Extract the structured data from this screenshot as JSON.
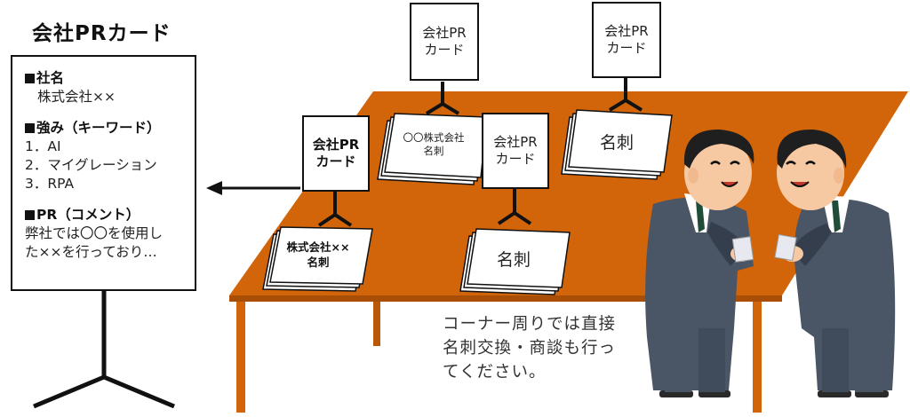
{
  "title": "会社PRカード",
  "pr_card": {
    "company_heading": "社名",
    "company_value": "株式会社××",
    "strengths_heading": "強み（キーワード）",
    "strengths": [
      "1．AI",
      "2．マイグレーション",
      "3．RPA"
    ],
    "pr_heading": "PR（コメント）",
    "pr_lines": [
      "弊社では〇〇を使用し",
      "た××を行っており…"
    ]
  },
  "signs": {
    "sign1": [
      "会社PR",
      "カード"
    ],
    "sign2": [
      "会社PR",
      "カード"
    ],
    "sign3": [
      "会社PR",
      "カード"
    ],
    "sign4": [
      "会社PR",
      "カード"
    ]
  },
  "cards": {
    "card1": [
      "〇〇株式会社",
      "名刺"
    ],
    "card2": [
      "名刺"
    ],
    "card3": [
      "株式会社××",
      "名刺"
    ],
    "card4": [
      "名刺"
    ]
  },
  "note_lines": [
    "コーナー周りでは直接",
    "名刺交換・商談も行っ",
    "てください。"
  ],
  "colors": {
    "table": "#d2650a",
    "table_edge": "#a84e06",
    "suit": "#4a5566",
    "suit_dark": "#353e4c",
    "skin": "#f6c9a2",
    "hair": "#1f1f1f",
    "shirt": "#ffffff",
    "tie": "#1f4d3a"
  }
}
